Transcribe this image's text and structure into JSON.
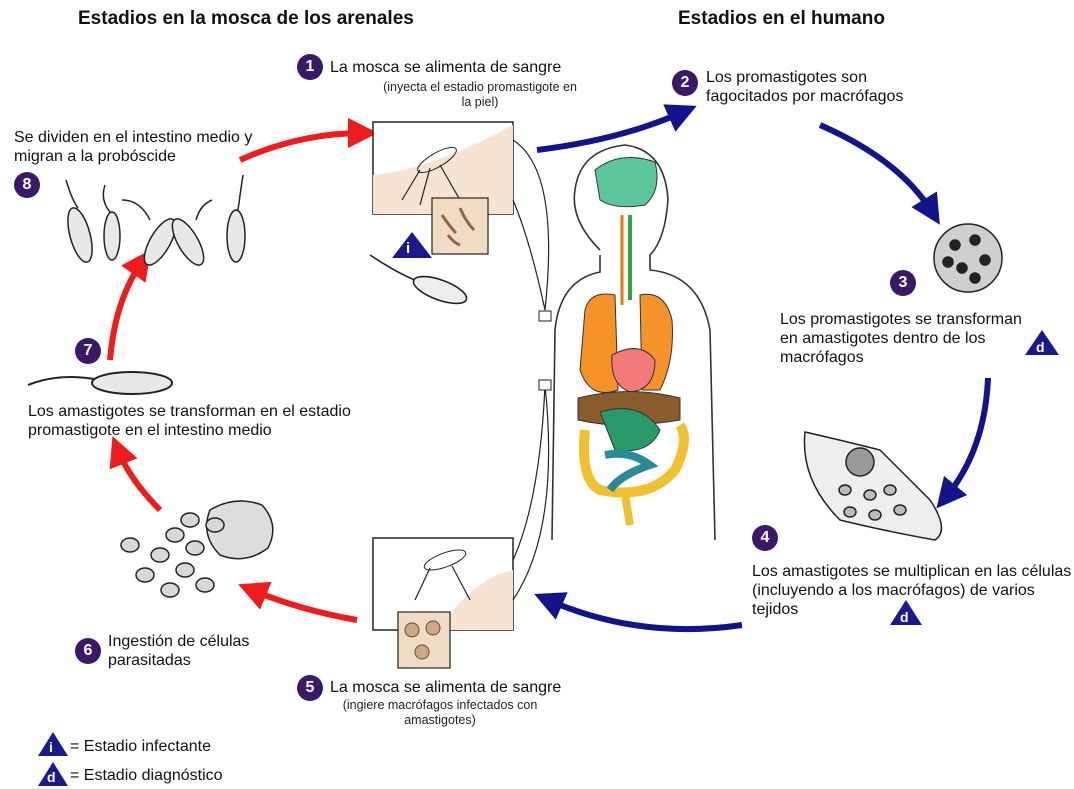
{
  "headers": {
    "sandfly": "Estadios en la mosca de los arenales",
    "human": "Estadios en el humano"
  },
  "steps": [
    {
      "n": "1",
      "text": "La mosca se alimenta de sangre",
      "sub": "(inyecta el estadio promastigote en la piel)"
    },
    {
      "n": "2",
      "text": "Los promastigotes son fagocitados por macrófagos"
    },
    {
      "n": "3",
      "text": "Los promastigotes se transforman en amastigotes dentro de los macrófagos"
    },
    {
      "n": "4",
      "text": "Los amastigotes se multiplican en las células (incluyendo a los macrófagos) de varios tejidos"
    },
    {
      "n": "5",
      "text": "La mosca se alimenta de sangre",
      "sub": "(ingiere macrófagos infectados con amastigotes)"
    },
    {
      "n": "6",
      "text": "Ingestión de células parasitadas"
    },
    {
      "n": "7",
      "text": "Los amastigotes se transforman en el estadio promastigote en el intestino medio"
    },
    {
      "n": "8",
      "text": "Se dividen en el intestino medio y migran a la probóscide"
    }
  ],
  "legend": {
    "infective_letter": "i",
    "infective_label": "= Estadio infectante",
    "diagnostic_letter": "d",
    "diagnostic_label": "= Estadio diagnóstico"
  },
  "colors": {
    "human_arrow": "#14148a",
    "fly_arrow": "#ee1c1c",
    "number_badge": "#3a1a66",
    "stage_triangle": "#1a1a8c"
  }
}
